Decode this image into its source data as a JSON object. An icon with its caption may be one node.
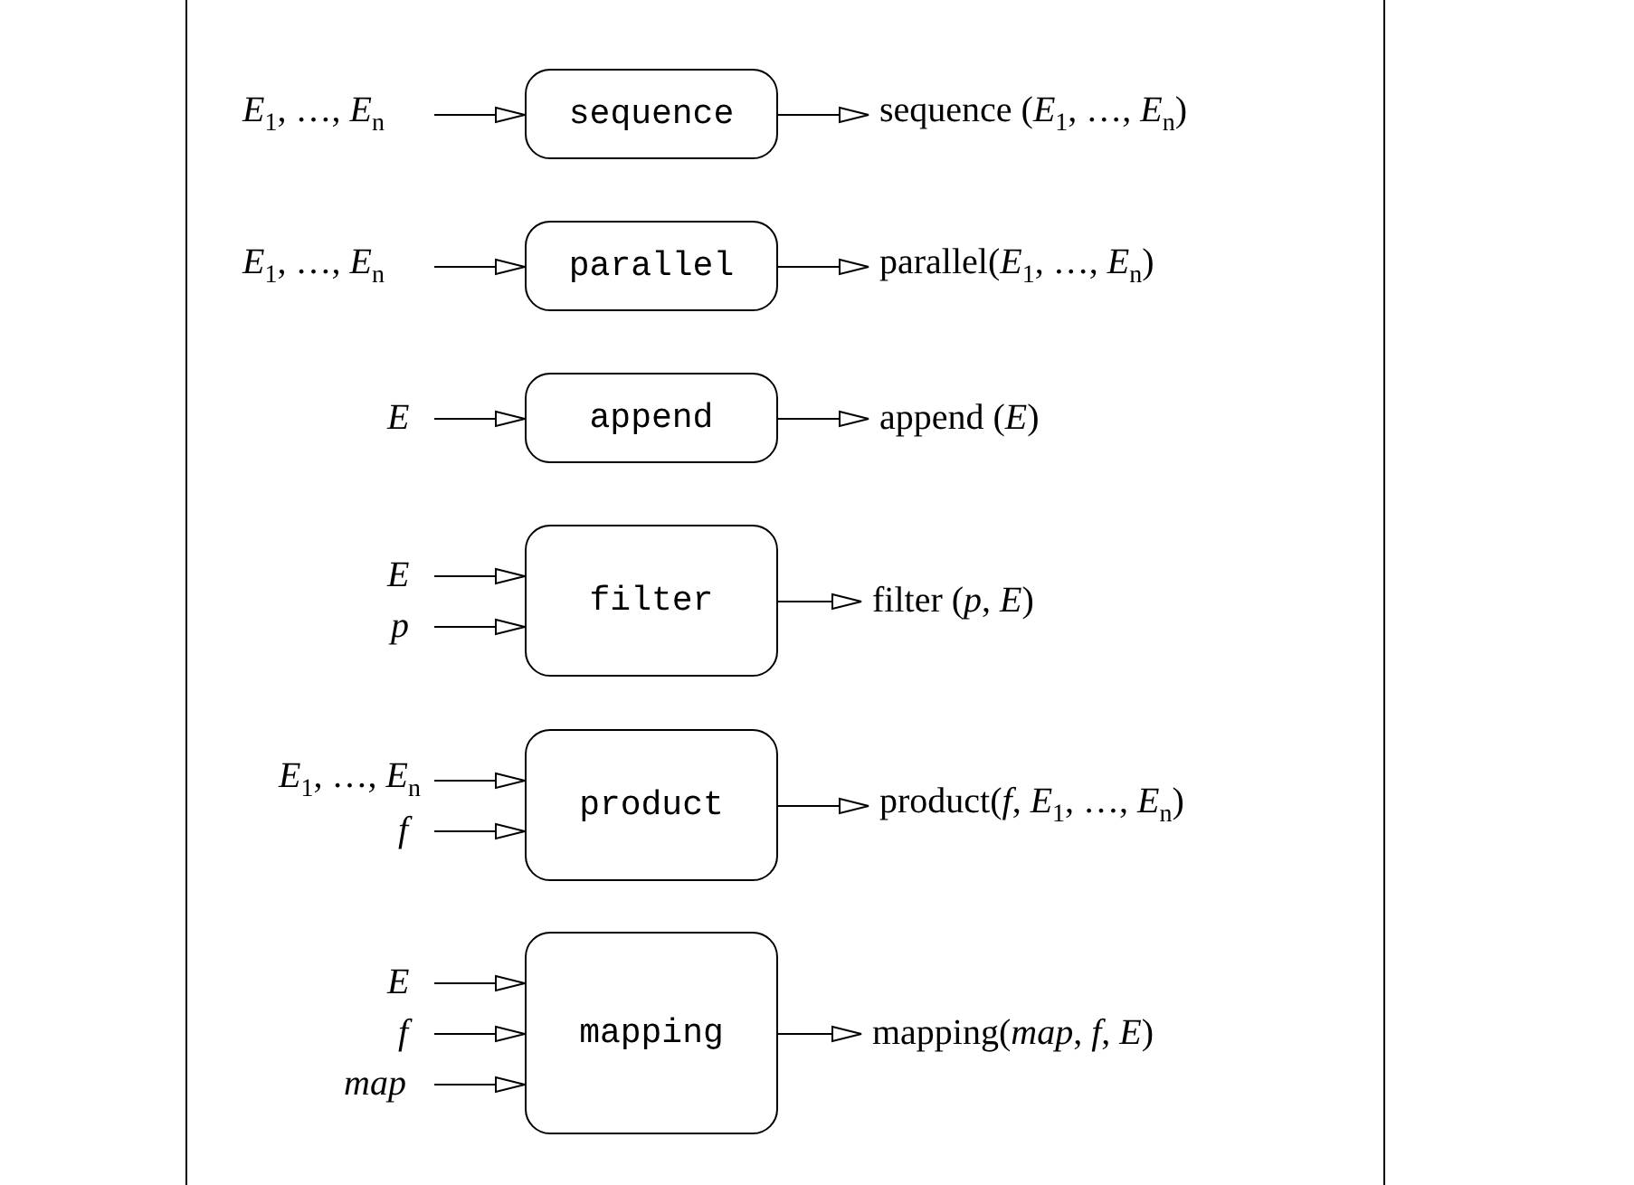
{
  "diagram": {
    "nodes": [
      {
        "text": [
          "*E*$_{1}$, …, *E*$_{n}$"
        ]
      },
      {
        "text": [
          "sequence"
        ]
      },
      {
        "text": [
          "sequence (*E*$_{1}$, …, *E*$_{n}$)"
        ]
      },
      {
        "text": [
          "*E*$_{1}$, …, *E*$_{n}$"
        ]
      },
      {
        "text": [
          "parallel"
        ]
      },
      {
        "text": [
          "parallel(*E*$_{1}$, …, *E*$_{n}$)"
        ]
      },
      {
        "text": [
          "*E*"
        ]
      },
      {
        "text": [
          "append"
        ]
      },
      {
        "text": [
          "append (*E*)"
        ]
      },
      {
        "text": [
          "*E*"
        ]
      },
      {
        "text": [
          "*p*"
        ]
      },
      {
        "text": [
          "filter"
        ]
      },
      {
        "text": [
          "filter (*p*, *E*)"
        ]
      },
      {
        "text": [
          "*E*$_{1}$, …, *E*$_{n}$"
        ]
      },
      {
        "text": [
          "*f*"
        ]
      },
      {
        "text": [
          "product"
        ]
      },
      {
        "text": [
          "product(*f*, *E*$_{1}$, …, *E*$_{n}$)"
        ]
      },
      {
        "text": [
          "*E*"
        ]
      },
      {
        "text": [
          "*f*"
        ]
      },
      {
        "text": [
          "*map*"
        ]
      },
      {
        "text": [
          "mapping"
        ]
      },
      {
        "text": [
          "mapping(*map*, *f*, *E*)"
        ]
      }
    ],
    "edges": [
      {
        "from": 0,
        "to": 1,
        "arrow": "to"
      },
      {
        "from": 1,
        "to": 2,
        "arrow": "to"
      },
      {
        "from": 3,
        "to": 4,
        "arrow": "to"
      },
      {
        "from": 4,
        "to": 5,
        "arrow": "to"
      },
      {
        "from": 6,
        "to": 7,
        "arrow": "to"
      },
      {
        "from": 7,
        "to": 8,
        "arrow": "to"
      },
      {
        "from": 9,
        "to": 11,
        "arrow": "to"
      },
      {
        "from": 10,
        "to": 11,
        "arrow": "to"
      },
      {
        "from": 11,
        "to": 12,
        "arrow": "to"
      },
      {
        "from": 13,
        "to": 15,
        "arrow": "to"
      },
      {
        "from": 14,
        "to": 15,
        "arrow": "to"
      },
      {
        "from": 15,
        "to": 16,
        "arrow": "to"
      },
      {
        "from": 17,
        "to": 20,
        "arrow": "to"
      },
      {
        "from": 18,
        "to": 20,
        "arrow": "to"
      },
      {
        "from": 19,
        "to": 20,
        "arrow": "to"
      },
      {
        "from": 20,
        "to": 21,
        "arrow": "to"
      }
    ]
  }
}
